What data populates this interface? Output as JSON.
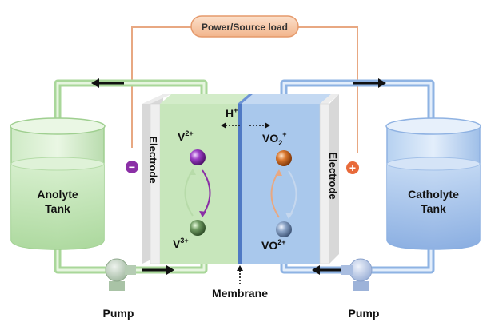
{
  "load": {
    "label": "Power/Source load"
  },
  "electrodes": {
    "left_label": "Electrode",
    "right_label": "Electrode",
    "negative_symbol": "−",
    "positive_symbol": "+"
  },
  "ions": {
    "proton_base": "H",
    "proton_sup": "+",
    "v2_base": "V",
    "v2_sup": "2+",
    "v3_base": "V",
    "v3_sup": "3+",
    "vo2p_base": "VO",
    "vo2p_sub": "2",
    "vo2p_sup": "+",
    "vo2_base": "VO",
    "vo2_sup": "2+"
  },
  "tanks": {
    "anolyte_line1": "Anolyte",
    "anolyte_line2": "Tank",
    "catholyte_line1": "Catholyte",
    "catholyte_line2": "Tank"
  },
  "pumps": {
    "left_label": "Pump",
    "right_label": "Pump"
  },
  "membrane": {
    "label": "Membrane"
  },
  "colors": {
    "anolyte": "#bfe3b4",
    "catholyte": "#a9c8ec",
    "wire": "#e8a882",
    "load_fill": "#f7c9a8",
    "negative": "#8b2fa6",
    "positive": "#e86a3a",
    "membrane": "#4f79c4",
    "pump": "#b5ccb3"
  }
}
